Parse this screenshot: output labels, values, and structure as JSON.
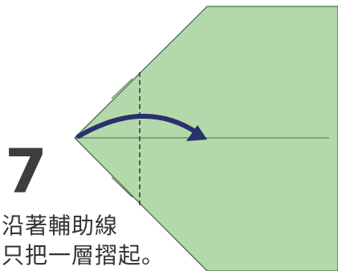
{
  "step": {
    "number": "7",
    "instruction_lines": [
      "沿著輔助線",
      "只把一層摺起。"
    ]
  },
  "colors": {
    "paper_fill": "#b3d9aa",
    "paper_edge": "#4a6b4a",
    "arrow": "#28306e",
    "fold_line": "#333333"
  }
}
